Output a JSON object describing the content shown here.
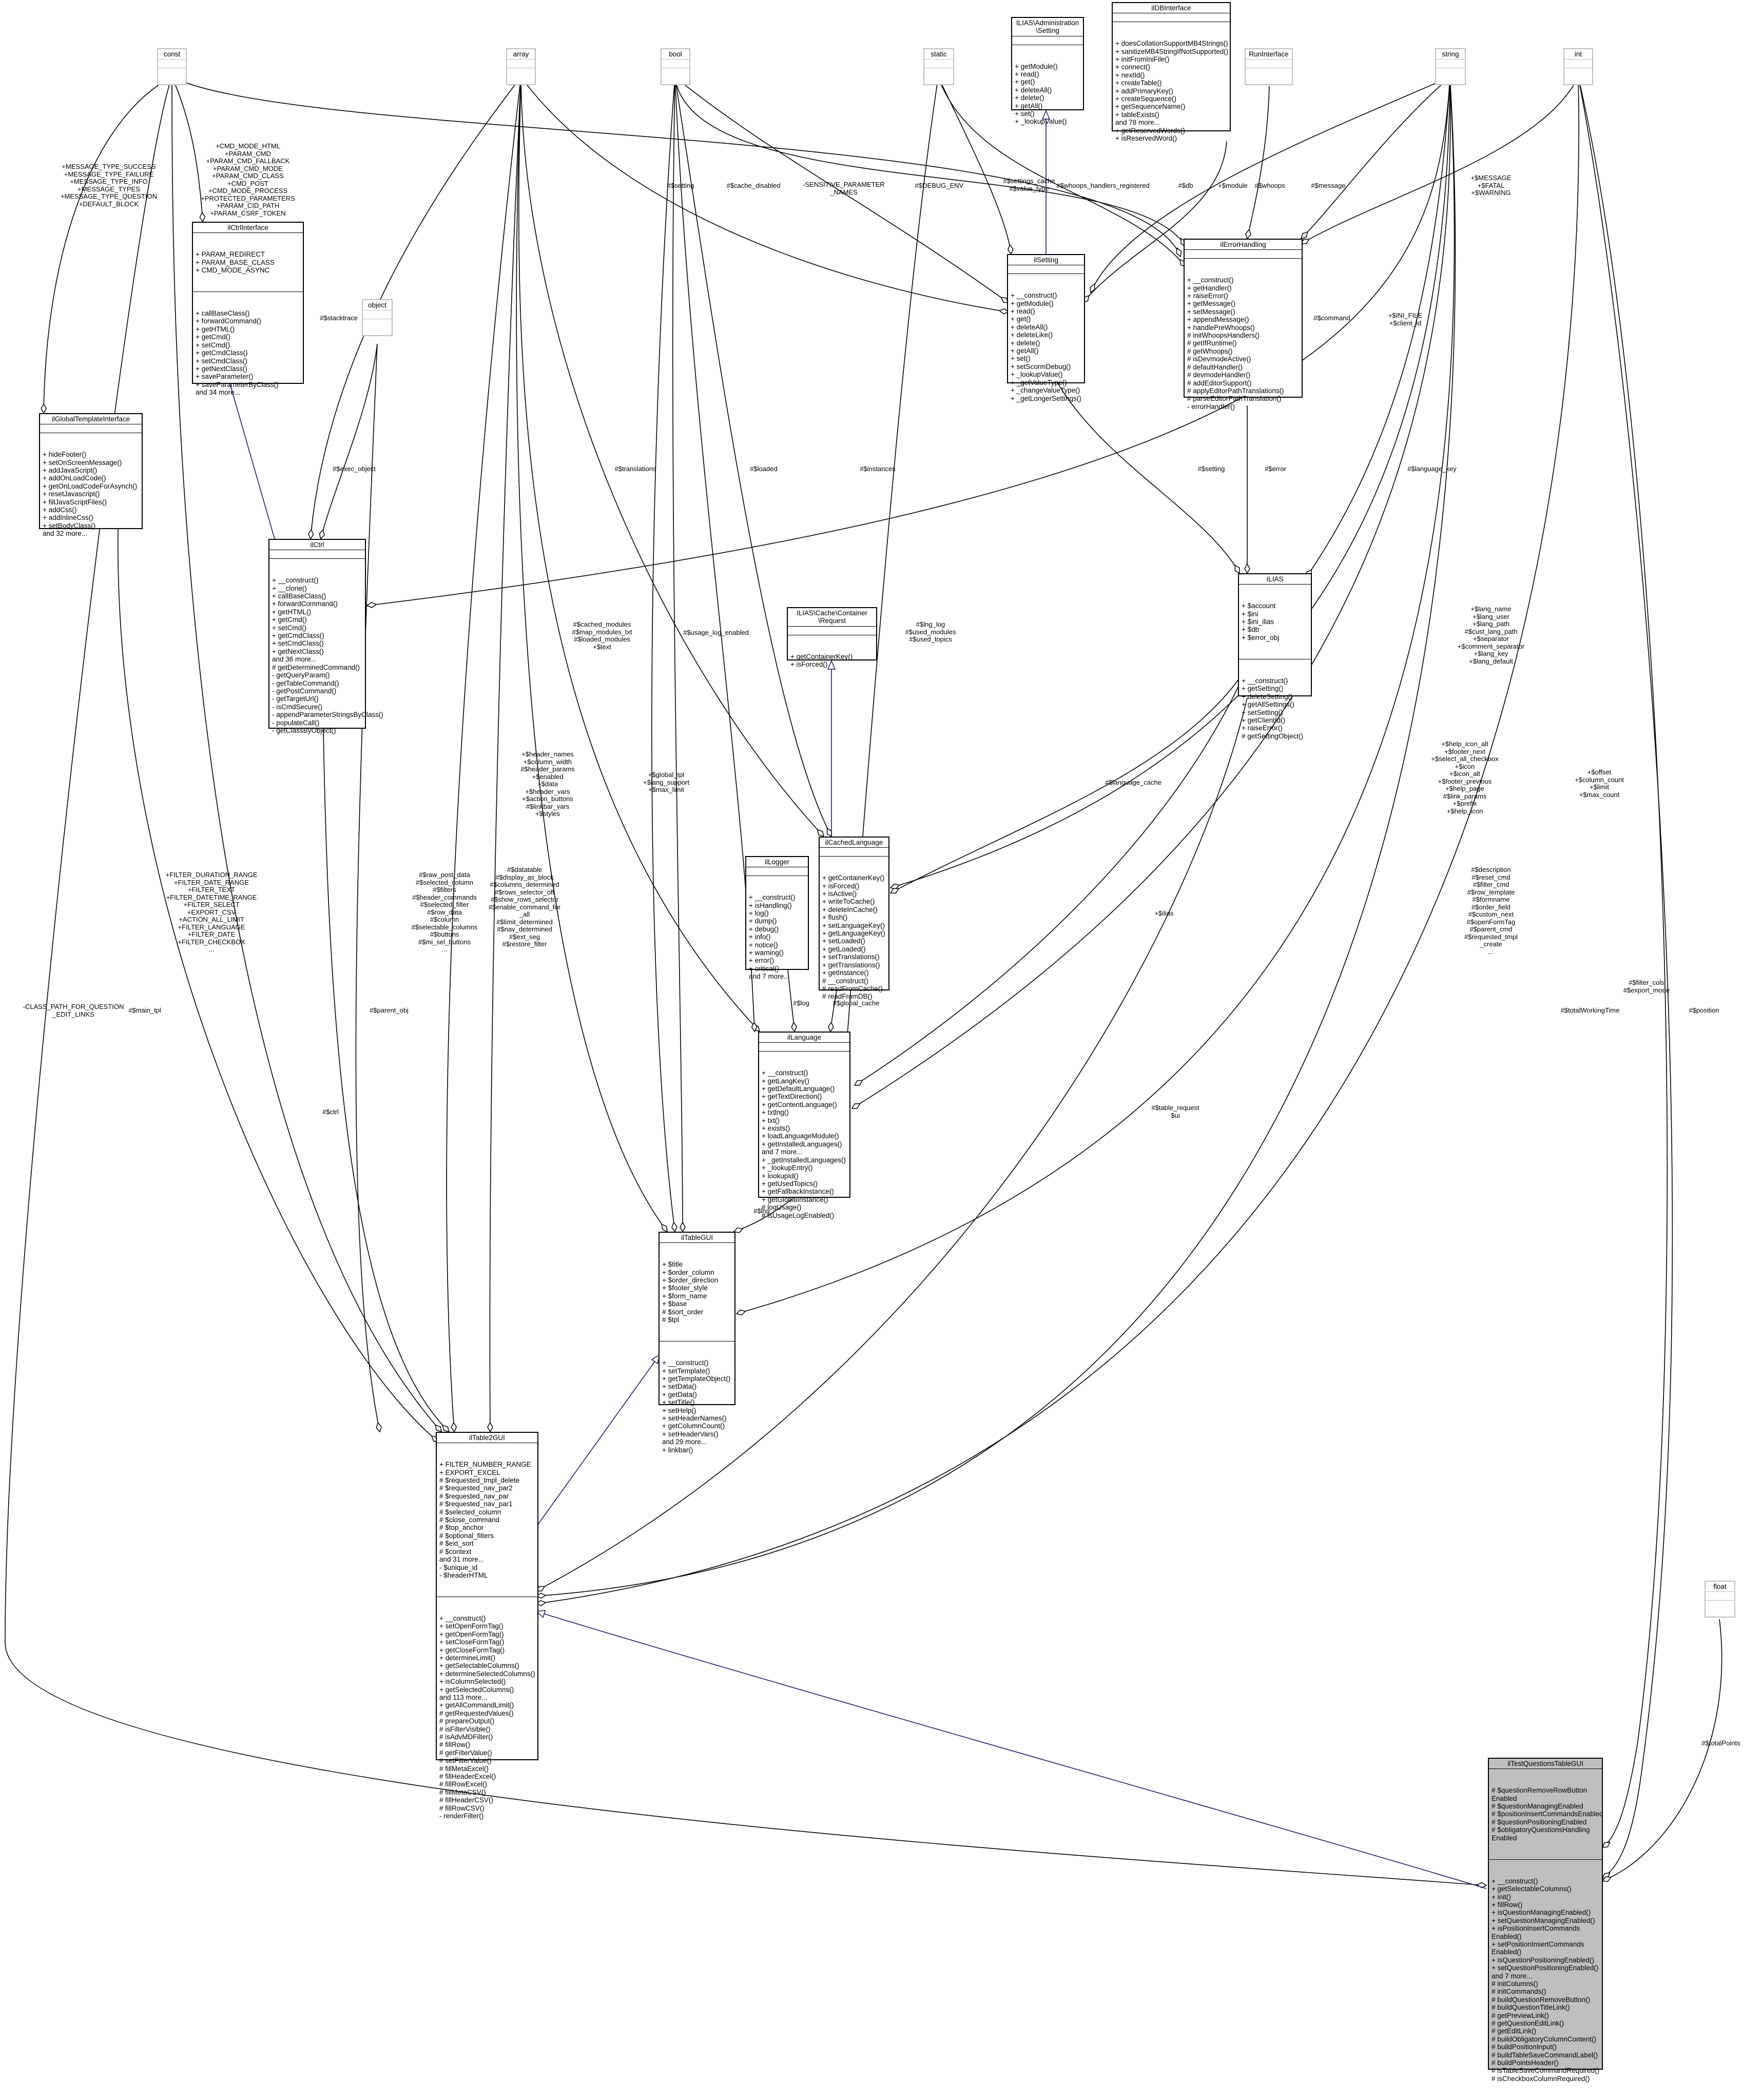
{
  "classes": {
    "const": {
      "title": "const",
      "attrs": [],
      "ops": []
    },
    "array": {
      "title": "array",
      "attrs": [],
      "ops": []
    },
    "bool": {
      "title": "bool",
      "attrs": [],
      "ops": []
    },
    "static": {
      "title": "static",
      "attrs": [],
      "ops": []
    },
    "setting_iface": {
      "title": "ILIAS\\Administration\n\\Setting",
      "attrs": [],
      "ops": [
        "+ getModule()",
        "+ read()",
        "+ get()",
        "+ deleteAll()",
        "+ delete()",
        "+ getAll()",
        "+ set()",
        "+ _lookupValue()"
      ]
    },
    "db_iface": {
      "title": "ilDBInterface",
      "attrs": [],
      "ops": [
        "+ doesCollationSupportMB4Strings()",
        "+ sanitizeMB4StringIfNotSupported()",
        "+ initFromIniFile()",
        "+ connect()",
        "+ nextId()",
        "+ createTable()",
        "+ addPrimaryKey()",
        "+ createSequence()",
        "+ getSequenceName()",
        "+ tableExists()",
        "and 78 more...",
        "+ getReservedWords()",
        "+ isReservedWord()"
      ]
    },
    "run_iface": {
      "title": "RunInterface",
      "attrs": [],
      "ops": []
    },
    "string": {
      "title": "string",
      "attrs": [],
      "ops": []
    },
    "int": {
      "title": "int",
      "attrs": [],
      "ops": []
    },
    "ctrl_iface": {
      "title": "ilCtrlInterface",
      "attrs": [
        "+ PARAM_REDIRECT",
        "+ PARAM_BASE_CLASS",
        "+ CMD_MODE_ASYNC"
      ],
      "ops": [
        "+ callBaseClass()",
        "+ forwardCommand()",
        "+ getHTML()",
        "+ getCmd()",
        "+ setCmd()",
        "+ getCmdClass()",
        "+ setCmdClass()",
        "+ getNextClass()",
        "+ saveParameter()",
        "+ saveParameterByClass()",
        "and 34 more..."
      ]
    },
    "object": {
      "title": "object",
      "attrs": [],
      "ops": []
    },
    "global_tpl": {
      "title": "ilGlobalTemplateInterface",
      "attrs": [],
      "ops": [
        "+ hideFooter()",
        "+ setOnScreenMessage()",
        "+ addJavaScript()",
        "+ addOnLoadCode()",
        "+ getOnLoadCodeForAsynch()",
        "+ resetJavascript()",
        "+ fillJavaScriptFiles()",
        "+ addCss()",
        "+ addInlineCss()",
        "+ setBodyClass()",
        "and 32 more..."
      ]
    },
    "ilctrl": {
      "title": "ilCtrl",
      "attrs": [],
      "ops": [
        "+ __construct()",
        "+ __clone()",
        "+ callBaseClass()",
        "+ forwardCommand()",
        "+ getHTML()",
        "+ getCmd()",
        "+ setCmd()",
        "+ getCmdClass()",
        "+ setCmdClass()",
        "+ getNextClass()",
        "and 36 more...",
        "# getDeterminedCommand()",
        "- getQueryParam()",
        "- getTableCommand()",
        "- getPostCommand()",
        "- getTargetUrl()",
        "- isCmdSecure()",
        "- appendParameterStringsByClass()",
        "- populateCall()",
        "- getClassByObject()"
      ]
    },
    "ilsetting": {
      "title": "ilSetting",
      "attrs": [],
      "ops": [
        "+ __construct()",
        "+ getModule()",
        "+ read()",
        "+ get()",
        "+ deleteAll()",
        "+ deleteLike()",
        "+ delete()",
        "+ getAll()",
        "+ set()",
        "+ setScormDebug()",
        "+ _lookupValue()",
        "+ _getValueType()",
        "+ _changeValueType()",
        "+ _getLongerSettings()"
      ]
    },
    "errorhandling": {
      "title": "ilErrorHandling",
      "attrs": [],
      "ops": [
        "+ __construct()",
        "+ getHandler()",
        "+ raiseError()",
        "+ getMessage()",
        "+ setMessage()",
        "+ appendMessage()",
        "+ handlePreWhoops()",
        "# initWhoopsHandlers()",
        "# getIfRuntime()",
        "# getWhoops()",
        "# isDevmodeActive()",
        "# defaultHandler()",
        "# devmodeHandler()",
        "# addEditorSupport()",
        "# applyEditorPathTranslations()",
        "# parseEditorPathTranslation()",
        "- errorHandler()"
      ]
    },
    "ilias": {
      "title": "ILIAS",
      "attrs": [
        "+ $account",
        "+ $ini",
        "+ $ini_ilias",
        "+ $db",
        "+ $error_obj"
      ],
      "ops": [
        "+ __construct()",
        "+ getSetting()",
        "+ deleteSetting()",
        "+ getAllSettings()",
        "+ setSetting()",
        "+ getClientId()",
        "+ raiseError()",
        "# getSettingObject()"
      ]
    },
    "cache_request": {
      "title": "ILIAS\\Cache\\Container\n\\Request",
      "attrs": [],
      "ops": [
        "+ getContainerKey()",
        "+ isForced()"
      ]
    },
    "cachedlang": {
      "title": "ilCachedLanguage",
      "attrs": [],
      "ops": [
        "+ getContainerKey()",
        "+ isForced()",
        "+ isActive()",
        "+ writeToCache()",
        "+ deleteInCache()",
        "+ flush()",
        "+ setLanguageKey()",
        "+ getLanguageKey()",
        "+ setLoaded()",
        "+ getLoaded()",
        "+ setTranslations()",
        "+ getTranslations()",
        "+ getInstance()",
        "# __construct()",
        "# readFromCache()",
        "# readFromDB()"
      ]
    },
    "illogger": {
      "title": "ilLogger",
      "attrs": [],
      "ops": [
        "+ __construct()",
        "+ isHandling()",
        "+ log()",
        "+ dump()",
        "+ debug()",
        "+ info()",
        "+ notice()",
        "+ warning()",
        "+ error()",
        "+ critical()",
        "and 7 more..."
      ]
    },
    "illanguage": {
      "title": "ilLanguage",
      "attrs": [],
      "ops": [
        "+ __construct()",
        "+ getLangKey()",
        "+ getDefaultLanguage()",
        "+ getTextDirection()",
        "+ getContentLanguage()",
        "+ txtlng()",
        "+ txt()",
        "+ exists()",
        "+ loadLanguageModule()",
        "+ getInstalledLanguages()",
        "and 7 more...",
        "+ _getInstalledLanguages()",
        "+ _lookupEntry()",
        "+ lookupId()",
        "+ getUsedTopics()",
        "+ getFallbackInstance()",
        "+ getGlobalInstance()",
        "# logUsage()",
        "# isUsageLogEnabled()"
      ]
    },
    "tablegui": {
      "title": "ilTableGUI",
      "attrs": [
        "+ $title",
        "+ $order_column",
        "+ $order_direction",
        "+ $footer_style",
        "+ $form_name",
        "+ $base",
        "# $sort_order",
        "# $tpl"
      ],
      "ops": [
        "+ __construct()",
        "+ setTemplate()",
        "+ getTemplateObject()",
        "+ setData()",
        "+ getData()",
        "+ setTitle()",
        "+ setHelp()",
        "+ setHeaderNames()",
        "+ getColumnCount()",
        "+ setHeaderVars()",
        "and 29 more...",
        "+ linkbar()"
      ]
    },
    "table2gui": {
      "title": "ilTable2GUI",
      "attrs": [
        "+ FILTER_NUMBER_RANGE",
        "+ EXPORT_EXCEL",
        "# $requested_tmpl_delete",
        "# $requested_nav_par2",
        "# $requested_nav_par",
        "# $requested_nav_par1",
        "# $selected_column",
        "# $close_command",
        "# $top_anchor",
        "# $optional_filters",
        "# $ext_sort",
        "# $context",
        "and 31 more...",
        "- $unique_id",
        "- $headerHTML"
      ],
      "ops": [
        "+ __construct()",
        "+ setOpenFormTag()",
        "+ getOpenFormTag()",
        "+ setCloseFormTag()",
        "+ getCloseFormTag()",
        "+ determineLimit()",
        "+ getSelectableColumns()",
        "+ determineSelectedColumns()",
        "+ isColumnSelected()",
        "+ getSelectedColumns()",
        "and 113 more...",
        "+ getAllCommandLimit()",
        "# getRequestedValues()",
        "# prepareOutput()",
        "# isFilterVisible()",
        "# isAdvMDFilter()",
        "# fillRow()",
        "# getFilterValue()",
        "# setFilterValue()",
        "# fillMetaExcel()",
        "# fillHeaderExcel()",
        "# fillRowExcel()",
        "# fillMetaCSV()",
        "# fillHeaderCSV()",
        "# fillRowCSV()",
        "- renderFilter()"
      ]
    },
    "float": {
      "title": "float",
      "attrs": [],
      "ops": []
    },
    "questionstable": {
      "title": "ilTestQuestionsTableGUI",
      "attrs": [
        "# $questionRemoveRowButton\nEnabled",
        "# $questionManagingEnabled",
        "# $positionInsertCommandsEnabled",
        "# $questionPositioningEnabled",
        "# $obligatoryQuestionsHandling\nEnabled"
      ],
      "ops": [
        "+ __construct()",
        "+ getSelectableColumns()",
        "+ init()",
        "+ fillRow()",
        "+ isQuestionManagingEnabled()",
        "+ setQuestionManagingEnabled()",
        "+ isPositionInsertCommands\nEnabled()",
        "+ setPositionInsertCommands\nEnabled()",
        "+ isQuestionPositioningEnabled()",
        "+ setQuestionPositioningEnabled()",
        "and 7 more...",
        "# initColumns()",
        "# initCommands()",
        "# buildQuestionRemoveButton()",
        "# buildQuestionTitleLink()",
        "# getPreviewLink()",
        "# getQuestionEditLink()",
        "# getEditLink()",
        "# buildObligatoryColumnContent()",
        "# buildPositionInput()",
        "# buildTableSaveCommandLabel()",
        "# buildPointsHeader()",
        "# isTableSaveCommandRequired()",
        "# isCheckboxColumnRequired()"
      ]
    }
  },
  "labels": {
    "l_message_types": "+MESSAGE_TYPE_SUCCESS\n+MESSAGE_TYPE_FAILURE\n+MESSAGE_TYPE_INFO\n+MESSAGE_TYPES\n+MESSAGE_TYPE_QUESTION\n+DEFAULT_BLOCK",
    "l_cmd_mode": "+CMD_MODE_HTML\n+PARAM_CMD\n+PARAM_CMD_FALLBACK\n+PARAM_CMD_MODE\n+PARAM_CMD_CLASS\n+CMD_POST\n+CMD_MODE_PROCESS\n+PROTECTED_PARAMETERS\n+PARAM_CID_PATH\n+PARAM_CSRF_TOKEN\n...",
    "l_sensitive": "-SENSITIVE_PARAMETER\n_NAMES",
    "l_setting": "#$setting",
    "l_cache_disabled": "#$cache_disabled",
    "l_debug_env": "#$DEBUG_ENV",
    "l_settings_cache": "#$settings_cache\n#$value_type",
    "l_whoops": "#$whoops_handlers_registered",
    "l_db": "#$db",
    "l_module": "+$module",
    "l_message": "#$message",
    "l_msg_fatal": "+$MESSAGE\n+$FATAL\n+$WARNING",
    "l_whoops2": "#$whoops",
    "l_stacktrace": "#$stacktrace",
    "l_exec_object": "#$exec_object",
    "l_translations": "#$translations",
    "l_loaded": "#$loaded",
    "l_instances": "#$instances",
    "l_setting2": "#$setting",
    "l_error": "#$error",
    "l_command": "#$command",
    "l_ini_file": "+$INI_FILE\n+$client_id",
    "l_language_key": "#$language_key",
    "l_lang_name": "+$lang_name\n+$lang_user\n+$lang_path\n#$cust_lang_path\n+$separator\n+$comment_separator\n+$lang_key\n+$lang_default",
    "l_cached_modules": "#$cached_modules\n#$map_modules_txt\n#$loaded_modules\n+$text",
    "l_usage_log": "#$usage_log_enabled",
    "l_lng_log": "#$lng_log\n#$used_modules\n#$used_topics",
    "l_header_names": "+$header_names\n+$column_width\n#$header_params\n+$enabled\n+$data\n+$header_vars\n+$action_buttons\n#$linkbar_vars\n+$styles",
    "l_global_tpl": "+$global_tpl\n+$lang_support\n+$max_limit",
    "l_language_cache": "#$language_cache",
    "l_help_icon": "+$help_icon_alt\n+$footer_next\n+$select_all_checkbox\n+$icon\n+$icon_alt\n+$footer_previous\n+$help_page\n#$link_params\n+$prefix\n+$help_icon",
    "l_offset": "+$offset\n+$column_count\n+$limit\n+$max_count",
    "l_ilias": "+$ilias",
    "l_filter_duration": "+FILTER_DURATION_RANGE\n+FILTER_DATE_RANGE\n+FILTER_TEXT\n+FILTER_DATETIME_RANGE\n+FILTER_SELECT\n+EXPORT_CSV\n+ACTION_ALL_LIMIT\n+FILTER_LANGUAGE\n+FILTER_DATE\n+FILTER_CHECKBOX\n...",
    "l_raw_post": "#$raw_post_data\n#$selected_column\n#$filters\n#$header_commands\n#$selected_filter\n#$row_data\n#$column\n#$selectable_columns\n#$buttons\n#$mi_sel_buttons\n...",
    "l_datatable": "#$datatable\n#$display_as_block\n#$columns_determined\n#$rows_selector_off\n#$show_rows_selector\n#$enable_command_for\n_all\n#$limit_determined\n#$nav_determined\n#$ext_seg\n#$restore_filter",
    "l_log": "#$log",
    "l_global_cache": "#$global_cache",
    "l_description": "#$description\n#$reset_cmd\n#$filter_cmd\n#$row_template\n#$formname\n#$order_field\n#$custom_next\n#$openFormTag\n#$parent_cmd\n#$requested_tmpl\n_create\n...",
    "l_table_request": "#$table_request\n$ui",
    "l_lng": "#$lng",
    "l_class_path": "-CLASS_PATH_FOR_QUESTION\n_EDIT_LINKS",
    "l_main_tpl": "#$main_tpl",
    "l_ctrl": "#$ctrl",
    "l_parent_obj": "#$parent_obj",
    "l_total_time": "#$totalWorkingTime",
    "l_filter_cols": "#$filter_cols\n#$export_mode",
    "l_position": "#$position",
    "l_total_points": "#$totalPoints"
  }
}
